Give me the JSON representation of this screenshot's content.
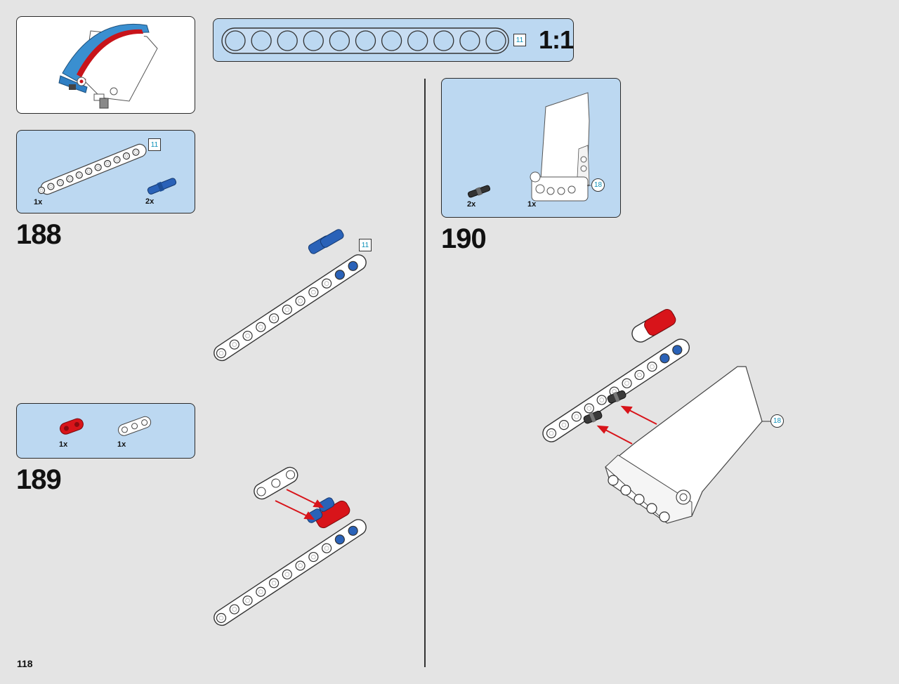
{
  "ruler": {
    "label": "1:1",
    "length_label": "11",
    "hole_count": 11
  },
  "steps": [
    {
      "number": "188",
      "parts": [
        {
          "qty": "1x",
          "length": "11"
        },
        {
          "qty": "2x"
        }
      ],
      "callout_length": "11"
    },
    {
      "number": "189",
      "parts": [
        {
          "qty": "1x"
        },
        {
          "qty": "1x"
        }
      ]
    },
    {
      "number": "190",
      "parts": [
        {
          "qty": "2x"
        },
        {
          "qty": "1x",
          "length": "18"
        }
      ],
      "callout_length": "18"
    }
  ],
  "page": {
    "number": "118"
  },
  "colors": {
    "background": "#e4e4e4",
    "callout_blue": "#bcd8f1",
    "brick_white": "#ffffff",
    "brick_blue": "#2a62b8",
    "brick_red": "#d8141a",
    "arrow_red": "#d8141a"
  }
}
